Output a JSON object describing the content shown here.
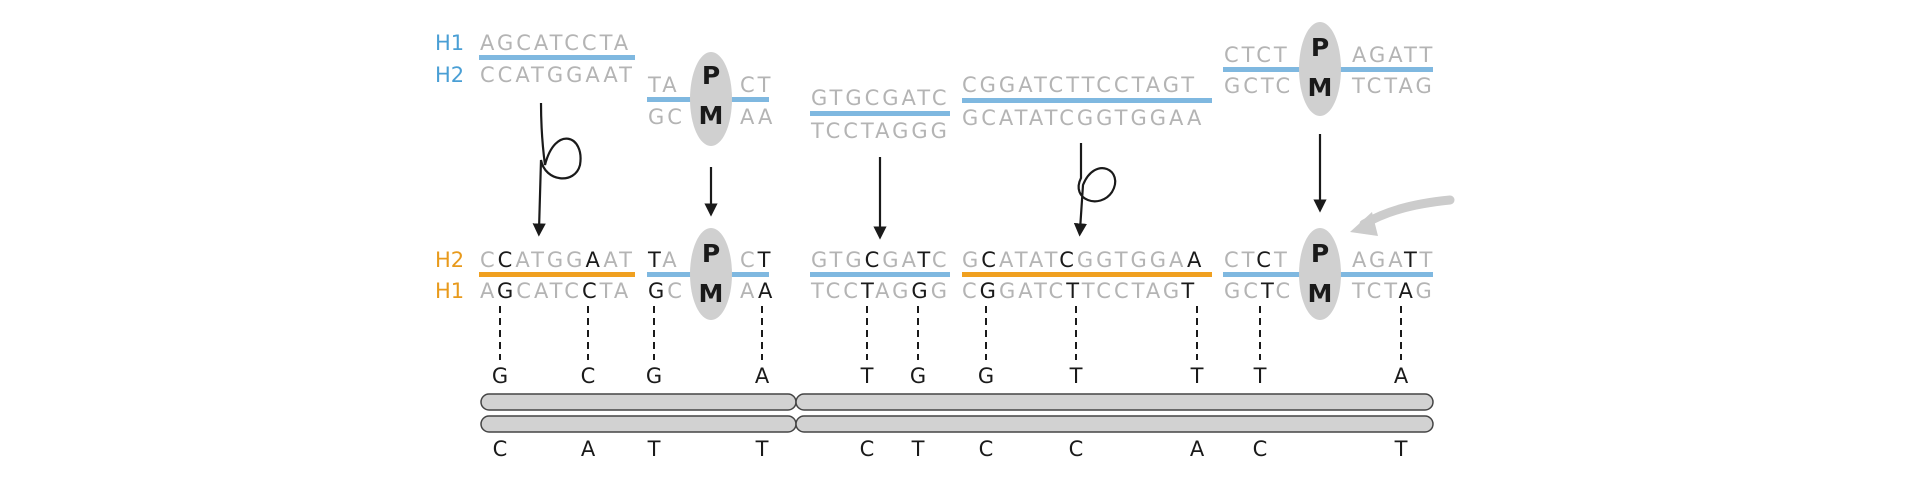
{
  "colors": {
    "blue": "#7fb8e0",
    "orange": "#f0a020",
    "label_blue": "#4a9fd5",
    "label_orange": "#e89a1c",
    "gray_text": "#b4b4b4",
    "dark_text": "#1a1a1a",
    "pm_fill": "#d0d0d0",
    "bar_fill": "#d2d2d2"
  },
  "labels": {
    "top_h1": "H1",
    "top_h2": "H2",
    "mid_h2": "H2",
    "mid_h1": "H1",
    "pm_p": "P",
    "pm_m": "M"
  },
  "top_sequences": {
    "s1_top": "AGCATCCTA",
    "s1_bot": "CCATGGAAT",
    "s2_top_left": "TA",
    "s2_top_right": "CT",
    "s2_bot_left": "GC",
    "s2_bot_right": "AA",
    "s3_top": "GTGCGATC",
    "s3_bot": "TCCTAGGG",
    "s4_top": "CGGATCTTCCTAGT",
    "s4_bot": "GCATATCGGTGGAA",
    "s5_top_left": "CTCT",
    "s5_top_right": "AGATT",
    "s5_bot_left": "GCTC",
    "s5_bot_right": "TCTAG"
  },
  "mid_sequences": {
    "m1_top": "CCATGGAAT",
    "m1_bot": "AGCATCCTA",
    "m2_top_left": "TA",
    "m2_top_right": "CT",
    "m2_bot_left": "GC",
    "m2_bot_right": "AA",
    "m3_top": "GTGCGATC",
    "m3_bot": "TCCTAGGG",
    "m4_top": "GCATATCGGTGGAA",
    "m4_bot": "CGGATCTTCCTAGT",
    "m5_top_left": "CTCT",
    "m5_top_right": "AGATT",
    "m5_bot_left": "GCTC",
    "m5_bot_right": "TCTAG"
  },
  "read_letters": [
    "G",
    "C",
    "G",
    "A",
    "T",
    "G",
    "G",
    "T",
    "T",
    "T",
    "A"
  ],
  "complement_letters": [
    "C",
    "A",
    "T",
    "T",
    "C",
    "T",
    "C",
    "C",
    "A",
    "C",
    "T"
  ]
}
